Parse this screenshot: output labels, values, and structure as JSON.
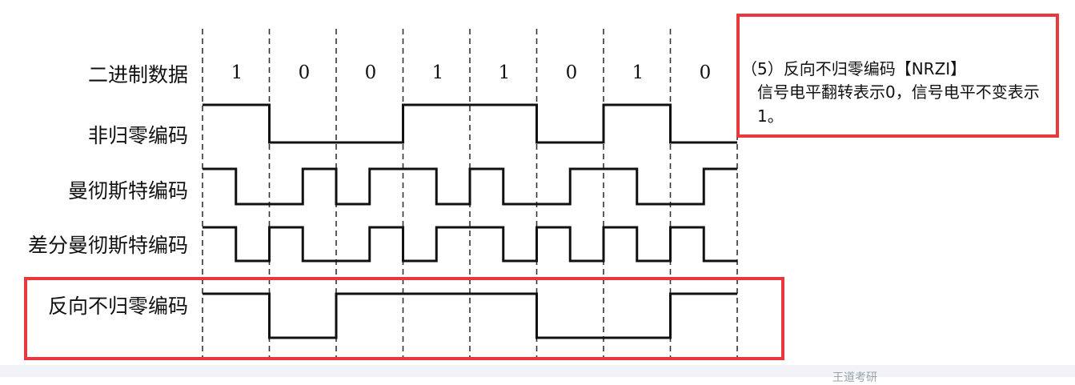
{
  "row_labels": {
    "binary": "二进制数据",
    "nrz": "非归零编码",
    "manchester": "曼彻斯特编码",
    "diff_manchester": "差分曼彻斯特编码",
    "nrzi": "反向不归零编码"
  },
  "bits": [
    "1",
    "0",
    "0",
    "1",
    "1",
    "0",
    "1",
    "0"
  ],
  "note": {
    "title": "（5）反向不归零编码【NRZI】",
    "body": "信号电平翻转表示0，信号电平不变表示1。"
  },
  "footer_text": "王道考研",
  "colors": {
    "highlight_border": "#e8373d",
    "signal": "#111111",
    "divider": "#333333"
  },
  "waveforms": {
    "nrz": [
      1,
      0,
      0,
      1,
      1,
      0,
      1,
      0
    ],
    "manchester_halves": [
      [
        1,
        0
      ],
      [
        0,
        1
      ],
      [
        0,
        1
      ],
      [
        1,
        0
      ],
      [
        1,
        0
      ],
      [
        0,
        1
      ],
      [
        1,
        0
      ],
      [
        0,
        1
      ]
    ],
    "diff_manchester_halves": [
      [
        1,
        0
      ],
      [
        1,
        0
      ],
      [
        0,
        1
      ],
      [
        0,
        1
      ],
      [
        1,
        0
      ],
      [
        1,
        0
      ],
      [
        1,
        0
      ],
      [
        1,
        0
      ]
    ],
    "nrzi": [
      1,
      0,
      1,
      1,
      1,
      0,
      0,
      1
    ]
  }
}
